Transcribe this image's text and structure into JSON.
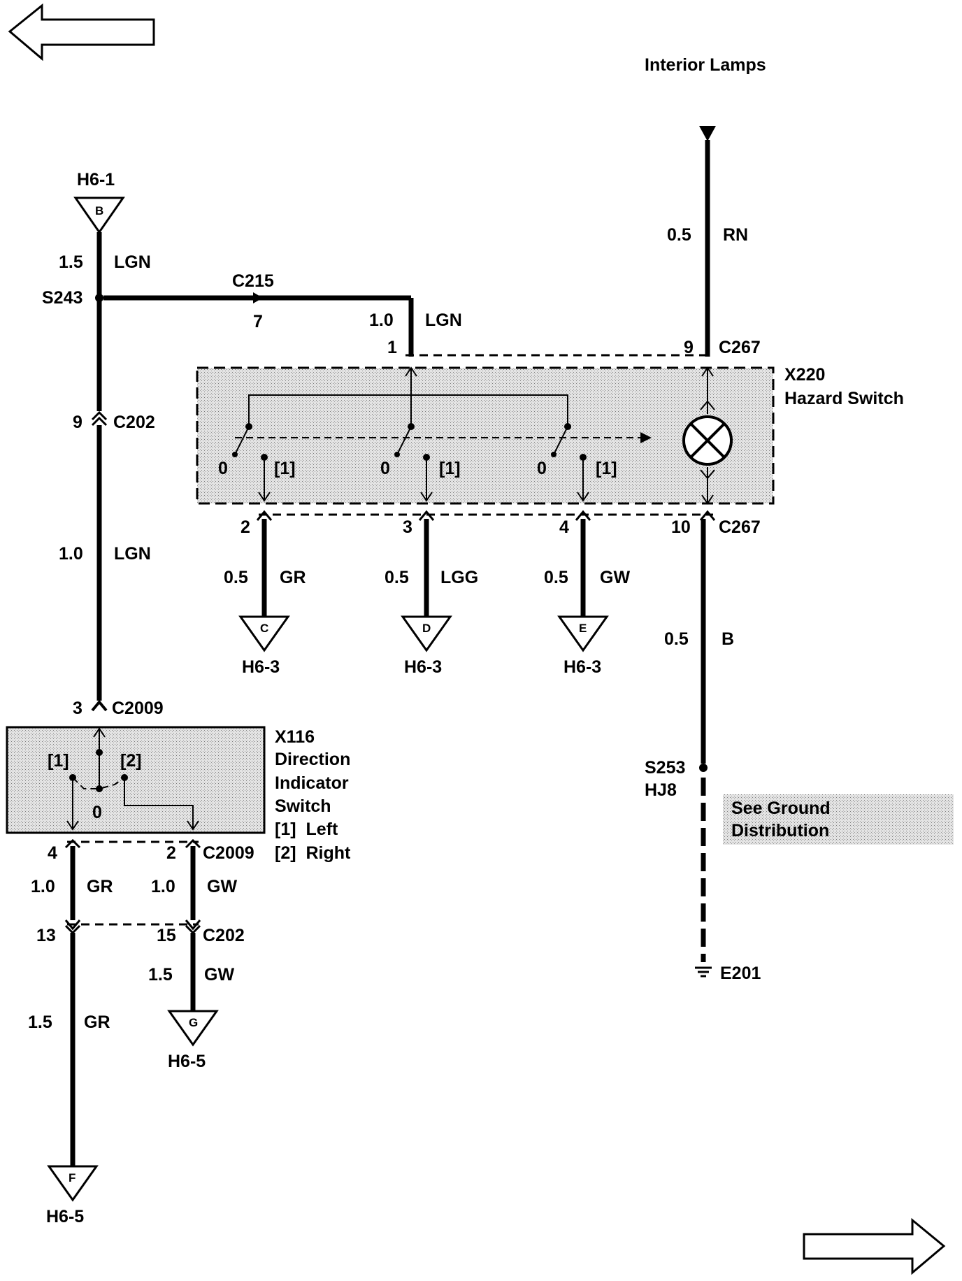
{
  "header": {
    "title": "Interior Lamps"
  },
  "connectors": {
    "h6_1": "H6-1",
    "h6_3_c": "H6-3",
    "h6_3_d": "H6-3",
    "h6_3_e": "H6-3",
    "h6_5_f": "H6-5",
    "h6_5_g": "H6-5"
  },
  "terminals": {
    "b": "B",
    "c": "C",
    "d": "D",
    "e": "E",
    "f": "F",
    "g": "G"
  },
  "splices": {
    "s243": "S243",
    "s253": "S253",
    "hj8": "HJ8"
  },
  "plugs": {
    "c215": "C215",
    "c215_pin": "7",
    "c202_top_pin": "9",
    "c202_top": "C202",
    "c267_top_pin": "9",
    "c267_top": "C267",
    "c267_bot_pin": "10",
    "c267_bot": "C267",
    "hz_pin1": "1",
    "hz_pin2": "2",
    "hz_pin3": "3",
    "hz_pin4": "4",
    "c2009_top_pin": "3",
    "c2009_top": "C2009",
    "c2009_pin4": "4",
    "c2009_pin2": "2",
    "c2009_bot": "C2009",
    "c202_pin13": "13",
    "c202_pin15": "15",
    "c202_bot": "C202"
  },
  "wires": {
    "h6_1_size": "1.5",
    "h6_1_color": "LGN",
    "branch_size": "1.0",
    "branch_color": "LGN",
    "down_size": "1.0",
    "down_color": "LGN",
    "rn_size": "0.5",
    "rn_color": "RN",
    "gr_size": "0.5",
    "gr_color": "GR",
    "lgg_size": "0.5",
    "lgg_color": "LGG",
    "gw_size": "0.5",
    "gw_color": "GW",
    "b_size": "0.5",
    "b_color": "B",
    "gr1_size": "1.0",
    "gr1_color": "GR",
    "gw1_size": "1.0",
    "gw1_color": "GW",
    "gw15_size": "1.5",
    "gw15_color": "GW",
    "gr15_size": "1.5",
    "gr15_color": "GR"
  },
  "hazard_switch": {
    "id": "X220",
    "name": "Hazard Switch",
    "pos_off": "0",
    "pos_on": "[1]"
  },
  "direction_switch": {
    "id": "X116",
    "name_line1": "Direction",
    "name_line2": "Indicator",
    "name_line3": "Switch",
    "legend_1": "[1]  Left",
    "legend_2": "[2]  Right",
    "pos_left": "[1]",
    "pos_right": "[2]",
    "pos_off": "0"
  },
  "ground": {
    "note_line1": "See Ground",
    "note_line2": "Distribution",
    "point": "E201"
  }
}
